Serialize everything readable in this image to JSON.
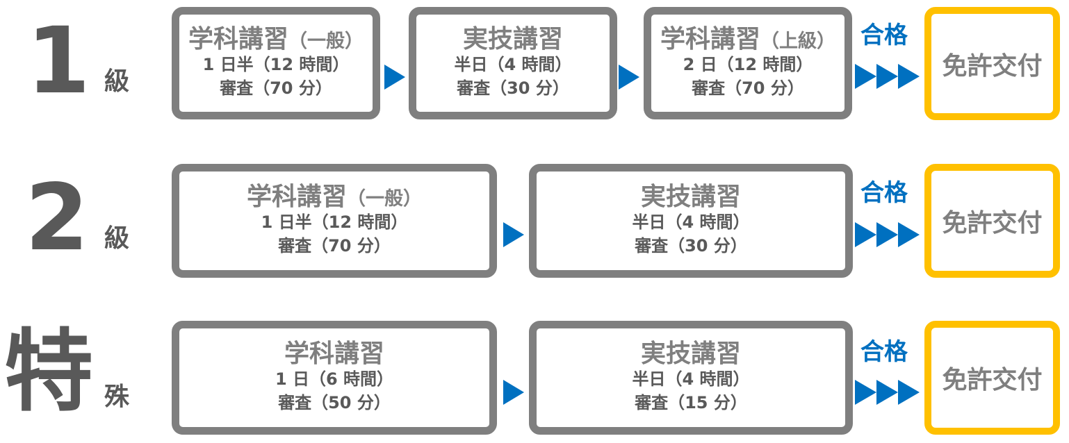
{
  "rows": [
    {
      "grade": "1",
      "suffix": "級",
      "steps": [
        {
          "title": "学科講習",
          "paren": "（一般）",
          "line1": "1 日半（12 時間）",
          "line2": "審査（70 分）"
        },
        {
          "title": "実技講習",
          "paren": "",
          "line1": "半日（4 時間）",
          "line2": "審査（30 分）"
        },
        {
          "title": "学科講習",
          "paren": "（上級）",
          "line1": "2 日（12 時間）",
          "line2": "審査（70 分）"
        }
      ],
      "pass_label": "合格",
      "license": "免許交付"
    },
    {
      "grade": "2",
      "suffix": "級",
      "steps": [
        {
          "title": "学科講習",
          "paren": "（一般）",
          "line1": "1 日半（12 時間）",
          "line2": "審査（70 分）"
        },
        {
          "title": "実技講習",
          "paren": "",
          "line1": "半日（4 時間）",
          "line2": "審査（30 分）"
        }
      ],
      "pass_label": "合格",
      "license": "免許交付"
    },
    {
      "grade": "特",
      "suffix": "殊",
      "steps": [
        {
          "title": "学科講習",
          "paren": "",
          "line1": "1 日（6 時間）",
          "line2": "審査（50 分）"
        },
        {
          "title": "実技講習",
          "paren": "",
          "line1": "半日（4 時間）",
          "line2": "審査（15 分）"
        }
      ],
      "pass_label": "合格",
      "license": "免許交付"
    }
  ],
  "colors": {
    "box_border": "#7f7f7f",
    "text": "#595959",
    "arrow": "#0070c0",
    "license_border": "#ffc000"
  }
}
